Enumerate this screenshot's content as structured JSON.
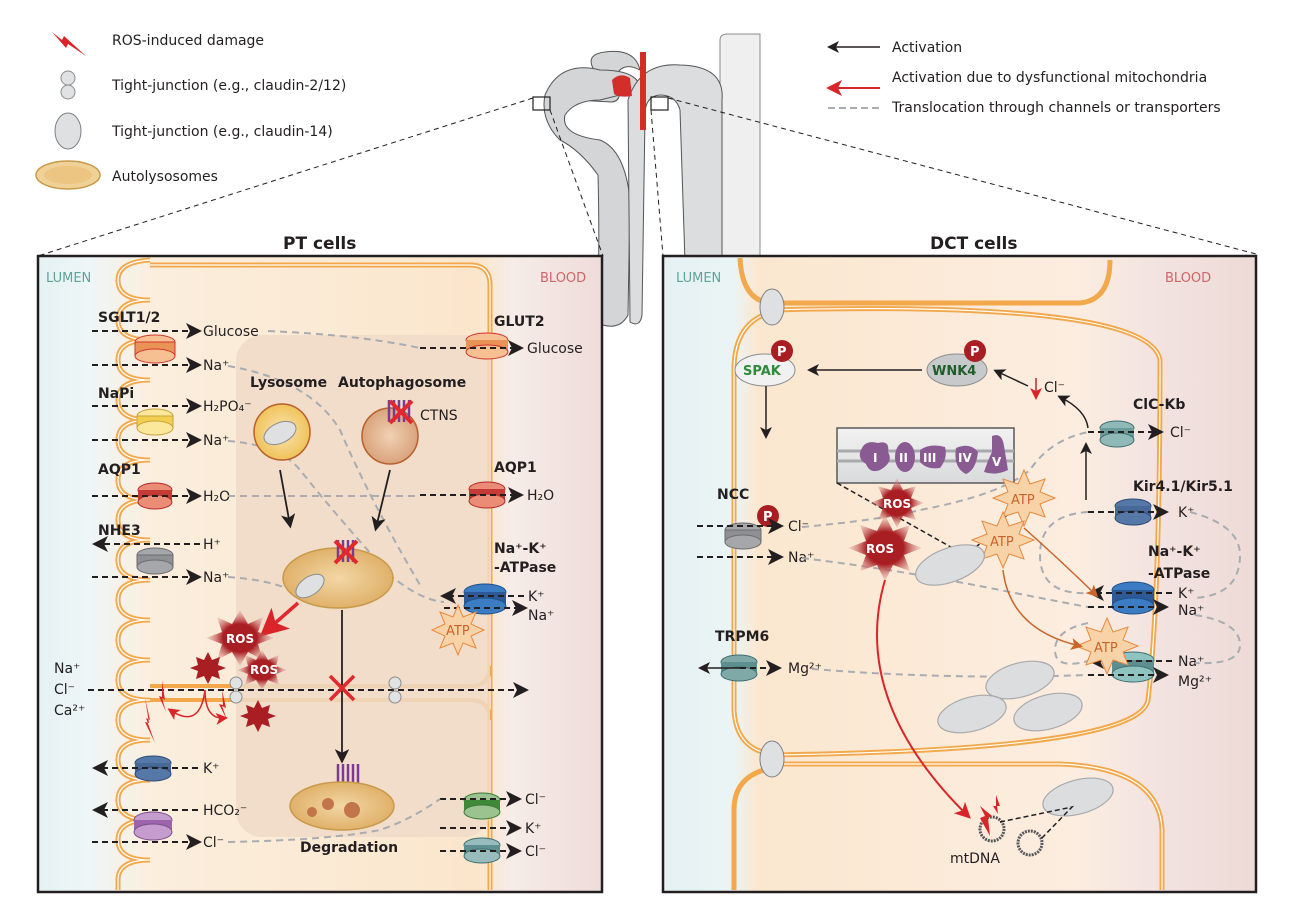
{
  "legend_left": [
    {
      "icon": "ros-damage-icon",
      "label": "ROS-induced damage"
    },
    {
      "icon": "tight-junction-small-icon",
      "label": "Tight-junction (e.g., claudin-2/12)"
    },
    {
      "icon": "tight-junction-large-icon",
      "label": "Tight-junction (e.g., claudin-14)"
    },
    {
      "icon": "autolysosome-icon",
      "label": "Autolysosomes"
    }
  ],
  "legend_right": [
    {
      "icon": "black-arrow-icon",
      "label": "Activation"
    },
    {
      "icon": "red-arrow-icon",
      "label": "Activation due to dysfunctional mitochondria"
    },
    {
      "icon": "gray-dashed-line-icon",
      "label": "Translocation through channels or transporters"
    }
  ],
  "colors": {
    "ros": "#a81e22",
    "damage": "#e0282e",
    "membrane": "#f2a84b",
    "lumen_bg": "#e8f3f5",
    "blood_bg": "#eedcd8",
    "cell_bg": "#fbe9d4",
    "activation": "#231f20",
    "translocation": "#a9acb0"
  },
  "pt_panel": {
    "title": "PT cells",
    "lumen_label": "LUMEN",
    "blood_label": "BLOOD",
    "apical": [
      {
        "name": "SGLT1/2",
        "ions": [
          "Glucose",
          "Na⁺"
        ]
      },
      {
        "name": "NaPi",
        "ions": [
          "H₂PO₄⁻",
          "Na⁺"
        ]
      },
      {
        "name": "AQP1",
        "ions": [
          "H₂O"
        ]
      },
      {
        "name": "NHE3",
        "ions": [
          "H⁺",
          "Na⁺"
        ]
      },
      {
        "name": "",
        "ions": [
          "K⁺"
        ]
      },
      {
        "name": "",
        "ions": [
          "HCO₂⁻",
          "Cl⁻"
        ]
      }
    ],
    "paracellular_ions": [
      "Na⁺",
      "Cl⁻",
      "Ca²⁺"
    ],
    "basolateral": [
      {
        "name": "GLUT2",
        "ions": [
          "Glucose"
        ]
      },
      {
        "name": "AQP1",
        "ions": [
          "H₂O"
        ]
      },
      {
        "name": "Na⁺-K⁺",
        "name2": "-ATPase",
        "ions": [
          "K⁺",
          "Na⁺"
        ]
      },
      {
        "name": "",
        "ions": [
          "Cl⁻",
          "K⁺"
        ]
      },
      {
        "name": "",
        "ions": [
          "Cl⁻"
        ]
      }
    ],
    "lysosome_label": "Lysosome",
    "autophagosome_label": "Autophagosome",
    "ctns_label": "CTNS",
    "degradation_label": "Degradation",
    "ros_label": "ROS",
    "atp_label": "ATP"
  },
  "dct_panel": {
    "title": "DCT cells",
    "lumen_label": "LUMEN",
    "blood_label": "BLOOD",
    "spak_label": "SPAK",
    "wnk4_label": "WNK4",
    "p_label": "P",
    "chloride_low": "Cl⁻",
    "ncc": {
      "name": "NCC",
      "ions": [
        "Cl⁻",
        "Na⁺"
      ]
    },
    "trpm6": {
      "name": "TRPM6",
      "ions": [
        "Mg²⁺"
      ]
    },
    "clckb": {
      "name": "ClC-Kb",
      "ions": [
        "Cl⁻"
      ]
    },
    "kir": {
      "name": "Kir4.1/Kir5.1",
      "ions": [
        "K⁺"
      ]
    },
    "nak": {
      "name": "Na⁺-K⁺",
      "name2": "-ATPase",
      "ions": [
        "K⁺",
        "Na⁺"
      ]
    },
    "ncx": {
      "ions": [
        "Na⁺",
        "Mg²⁺"
      ]
    },
    "complexes": [
      "I",
      "II",
      "III",
      "IV",
      "V"
    ],
    "ros_label": "ROS",
    "atp_label": "ATP",
    "mtdna_label": "mtDNA"
  }
}
